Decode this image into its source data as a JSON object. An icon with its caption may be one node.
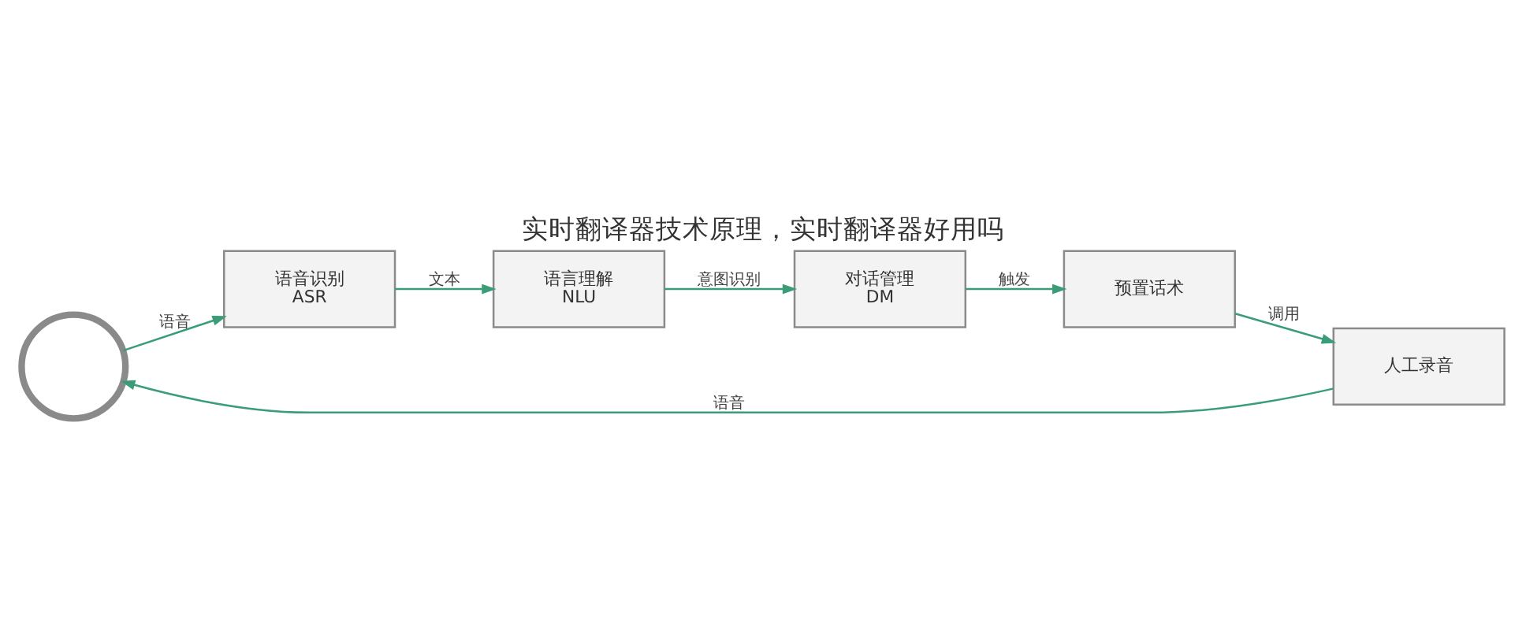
{
  "diagram": {
    "title": "实时翻译器技术原理，实时翻译器好用吗",
    "nodes": [
      {
        "text": [],
        "shape": "person"
      },
      {
        "text": [
          "语音识别",
          "ASR"
        ]
      },
      {
        "text": [
          "语言理解",
          "NLU"
        ]
      },
      {
        "text": [
          "对话管理",
          "DM"
        ]
      },
      {
        "text": [
          "预置话术"
        ]
      },
      {
        "text": [
          "人工录音"
        ]
      }
    ],
    "edges": [
      {
        "from": 0,
        "to": 1,
        "arrow": "to",
        "label": "语音"
      },
      {
        "from": 1,
        "to": 2,
        "arrow": "to",
        "label": "文本"
      },
      {
        "from": 2,
        "to": 3,
        "arrow": "to",
        "label": "意图识别"
      },
      {
        "from": 3,
        "to": 4,
        "arrow": "to",
        "label": "触发"
      },
      {
        "from": 4,
        "to": 5,
        "arrow": "to",
        "label": "调用"
      },
      {
        "from": 5,
        "to": 0,
        "arrow": "to",
        "label": "语音"
      }
    ]
  }
}
